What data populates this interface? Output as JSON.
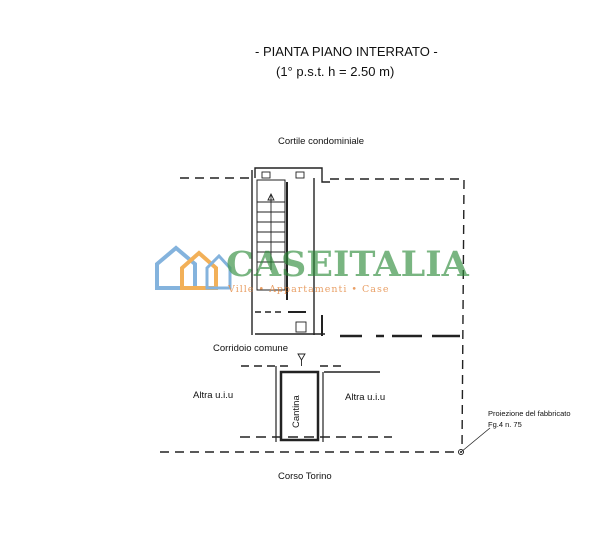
{
  "title": {
    "line1": "- PIANTA PIANO INTERRATO -",
    "line2": "(1° p.s.t. h = 2.50 m)"
  },
  "labels": {
    "courtyard": "Cortile condominiale",
    "corridor": "Corridoio comune",
    "other_unit_left": "Altra u.i.u",
    "other_unit_right": "Altra u.i.u",
    "cellar": "Cantina",
    "street": "Corso Torino",
    "projection": "Proiezione del fabbricato",
    "cadastral_ref": "Fg.4 n. 75"
  },
  "watermark": {
    "brand": "CASEITALIA",
    "tagline": "Ville • Appartamenti • Case",
    "icon": "houses-logo-icon",
    "colors": {
      "brand": "#2e8b3a",
      "house_blue": "#6fa6d8",
      "house_orange": "#f0a33c",
      "tagline": "#e07a2a"
    }
  },
  "colors": {
    "line": "#222222",
    "background": "#ffffff"
  }
}
